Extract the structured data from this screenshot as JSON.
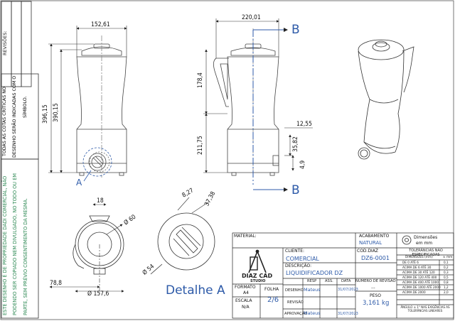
{
  "left_strip": {
    "revisoes_label": "REVISÕES:",
    "note_line1": "TODAS AS COTAS CRÍTICAS NO",
    "note_line2": "DESENHO SERÃO INDICADAS COM O",
    "note_line3": "SÍMBOLO.",
    "copyright_line1": "ESTE DESENHO É DE PROPRIEDADE DADI COMERCIAL, NÃO",
    "copyright_line2": "PODENDO SER COPIADO NEM DIVULGADO, NO TODO OU EM",
    "copyright_line3": "PARTE, SEM PRÉVIO CONSENTIMENTO DA MESMA."
  },
  "dimensions": {
    "front_width": "152,61",
    "front_height_total": "396,15",
    "front_height_inner": "390,15",
    "side_width": "220,01",
    "side_upper": "178,4",
    "side_lower": "211,75",
    "side_12_55": "12,55",
    "side_35_82": "35,82",
    "side_4_9": "4,9",
    "top_18": "18",
    "top_phi60": "Ø 60",
    "top_78_8": "78,8",
    "top_phi157_6": "Ø 157,6",
    "detail_8_27": "8,27",
    "detail_37_38": "37,38",
    "detail_phi54": "Ø 54"
  },
  "section_marks": {
    "b_top": "B",
    "b_bottom": "B",
    "a_mark": "A"
  },
  "detail_title": "Detalhe A",
  "title_block": {
    "material_label": "MATERIAL:",
    "acabamento_label": "ACABAMENTO",
    "acabamento_value": "NATURAL",
    "dimensoes_label": "Dimensões",
    "dimensoes_unit": "em mm",
    "cliente_label": "CLIENTE:",
    "cliente_value": "COMERCIAL",
    "cod_label": "COD.DIAZ",
    "cod_value": "DZ6-0001",
    "descricao_label": "DESCRIÇÃO:",
    "descricao_value": "LIQUIDIFICADOR DZ",
    "logo_text": "DIAZ CAD",
    "logo_sub": "STUDIO",
    "formato_label": "FORMATO",
    "formato_value": "A4",
    "folha_label": "FOLHA",
    "folha_value": "2/6",
    "escala_label": "ESCALA",
    "escala_value": "N/A",
    "resp_label": "RESP",
    "ass_label": "ASS.",
    "data_label": "DATA",
    "num_revisao_label": "NUMERO DE REVISÃO",
    "desenho_label": "DESENHO",
    "desenho_resp": "Mateus",
    "desenho_data": "31/07/2023",
    "revisao_label": "REVISÃO",
    "aprovacao_label": "APROVAÇÃO",
    "aprovacao_resp": "Mateus",
    "aprovacao_data": "31/07/2023",
    "num_revisao_value": "---",
    "peso_label": "PESO",
    "peso_value": "3,161 kg",
    "tol_title": "TOLERÂNCIAS NÃO ESPECIFICADAS",
    "tol_header_dim": "DIMENSÕES (mm)",
    "tol_header_val": "± mm",
    "tol_rows": [
      [
        "DE 0 ATÉ 6",
        "0,1"
      ],
      [
        "ACIMA DE 6 ATÉ 30",
        "0,2"
      ],
      [
        "ACIMA DE 30 ATÉ 120",
        "0,3"
      ],
      [
        "ACIMA DE 120 ATÉ 400",
        "0,5"
      ],
      [
        "ACIMA DE 400 ATÉ 1000",
        "0,8"
      ],
      [
        "ACIMA DE 1000 ATÉ 2000",
        "1,2"
      ],
      [
        "ACIMA DE 2000",
        "2,0"
      ]
    ],
    "tol_footer": "ÂNGULO ± 1° NAS EXIGÊNCIAS AS TOLERÂNCIAS LINEARES"
  }
}
